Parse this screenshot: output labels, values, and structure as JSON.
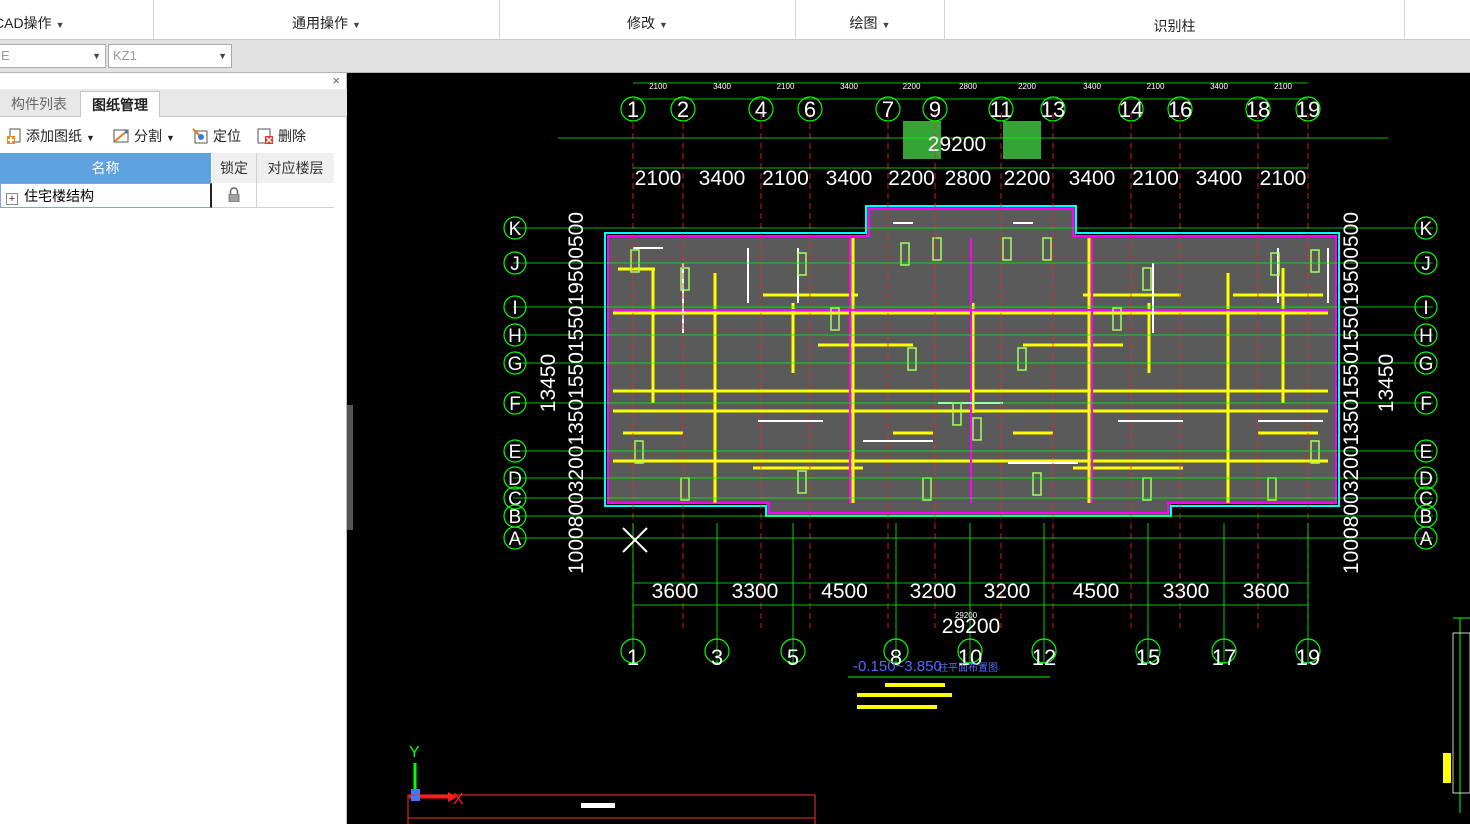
{
  "ribbon": {
    "groups": [
      {
        "label": "CAD操作"
      },
      {
        "label": "通用操作"
      },
      {
        "label": "修改"
      },
      {
        "label": "绘图"
      },
      {
        "label": "识别柱"
      }
    ]
  },
  "selectors": {
    "left_value": "E",
    "right_value": "KZ1"
  },
  "panel": {
    "close_glyph": "×",
    "tabs": [
      "构件列表",
      "图纸管理"
    ],
    "active_tab": "图纸管理",
    "toolbar": {
      "add_drawing": "添加图纸",
      "split": "分割",
      "locate": "定位",
      "delete": "删除"
    },
    "grid": {
      "headers": [
        "名称",
        "锁定",
        "对应楼层"
      ],
      "rows": [
        {
          "name": "住宅楼结构",
          "locked": true,
          "floor": "",
          "expander": "+"
        }
      ]
    }
  },
  "cad": {
    "top_axes": [
      "1",
      "2",
      "4",
      "6",
      "7",
      "9",
      "11",
      "13",
      "14",
      "16",
      "18",
      "19"
    ],
    "top_small_dims": [
      "2100",
      "3400",
      "2100",
      "3400",
      "2200",
      "2800",
      "2200",
      "3400",
      "2100",
      "3400",
      "2100"
    ],
    "top_big_dims": [
      "2100",
      "3400",
      "2100",
      "3400",
      "2200",
      "2800",
      "2200",
      "3400",
      "2100",
      "3400",
      "2100"
    ],
    "top_total": "29200",
    "bottom_axes": [
      "1",
      "3",
      "5",
      "8",
      "10",
      "12",
      "15",
      "17",
      "19"
    ],
    "bottom_dims": [
      "3600",
      "3300",
      "4500",
      "3200",
      "3200",
      "4500",
      "3300",
      "3600"
    ],
    "bottom_total": "29200",
    "bottom_total_small": "29200",
    "left_axes": [
      "K",
      "J",
      "I",
      "H",
      "G",
      "F",
      "E",
      "D",
      "C",
      "B",
      "A"
    ],
    "side_dims_vertical": "1000800320013501550155019500500",
    "side_total": "13450",
    "elevation_note": "-0.150~3.850",
    "elevation_suffix": "柱平面布置图",
    "ucs_x": "X",
    "ucs_y": "Y",
    "colors": {
      "grid_line": "#00ff00",
      "axis_dashed": "#ff2020",
      "wall_outline": "#ff00ff",
      "beam": "#ffff00",
      "floor_fill": "#5a5a5a",
      "column": "#ffffff",
      "dim_text": "#ffffff",
      "elevation_text": "#4f6bff",
      "ucs_x": "#ff1a1a",
      "ucs_y": "#00ff00",
      "ucs_z": "#3a7bff",
      "ribbon_tab_active": "#5ea3df"
    }
  }
}
